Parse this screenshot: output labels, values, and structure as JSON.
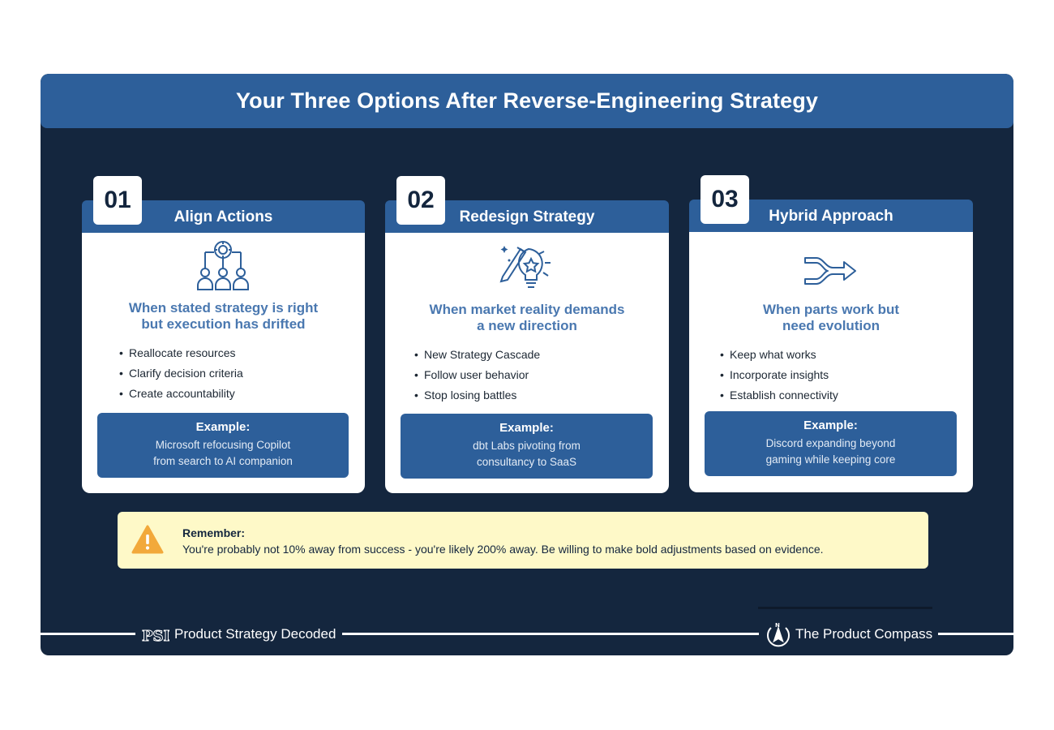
{
  "header": {
    "title": "Your Three Options After Reverse-Engineering Strategy"
  },
  "cards": [
    {
      "number": "01",
      "title": "Align Actions",
      "icon": "team-target-icon",
      "subtitle_line1": "When stated strategy is right",
      "subtitle_line2": "but execution has drifted",
      "bullets": [
        "Reallocate resources",
        "Clarify decision criteria",
        "Create accountability"
      ],
      "example_label": "Example:",
      "example_line1": "Microsoft refocusing Copilot",
      "example_line2": "from search to AI companion"
    },
    {
      "number": "02",
      "title": "Redesign Strategy",
      "icon": "lightbulb-pencil-icon",
      "subtitle_line1": "When market reality demands",
      "subtitle_line2": "a new direction",
      "bullets": [
        "New Strategy Cascade",
        "Follow user behavior",
        "Stop losing battles"
      ],
      "example_label": "Example:",
      "example_line1": "dbt Labs pivoting from",
      "example_line2": "consultancy to SaaS"
    },
    {
      "number": "03",
      "title": "Hybrid Approach",
      "icon": "merge-arrows-icon",
      "subtitle_line1": "When parts work but",
      "subtitle_line2": "need evolution",
      "bullets": [
        "Keep what works",
        "Incorporate insights",
        "Establish connectivity"
      ],
      "example_label": "Example:",
      "example_line1": "Discord expanding beyond",
      "example_line2": "gaming while keeping core"
    }
  ],
  "remember": {
    "label": "Remember:",
    "text": "You're probably not 10% away from success - you're likely 200% away. Be willing to make bold adjustments based on evidence.",
    "icon": "warning-icon"
  },
  "footer": {
    "left_brand": "Product Strategy Decoded",
    "left_logo_text": "PSD",
    "right_brand": "The Product Compass",
    "right_logo": "compass-icon"
  },
  "colors": {
    "background": "#14263e",
    "accent": "#2d5f9a",
    "subtitle": "#4a78b0",
    "callout": "#fef9c8",
    "warning": "#f2a93b"
  }
}
